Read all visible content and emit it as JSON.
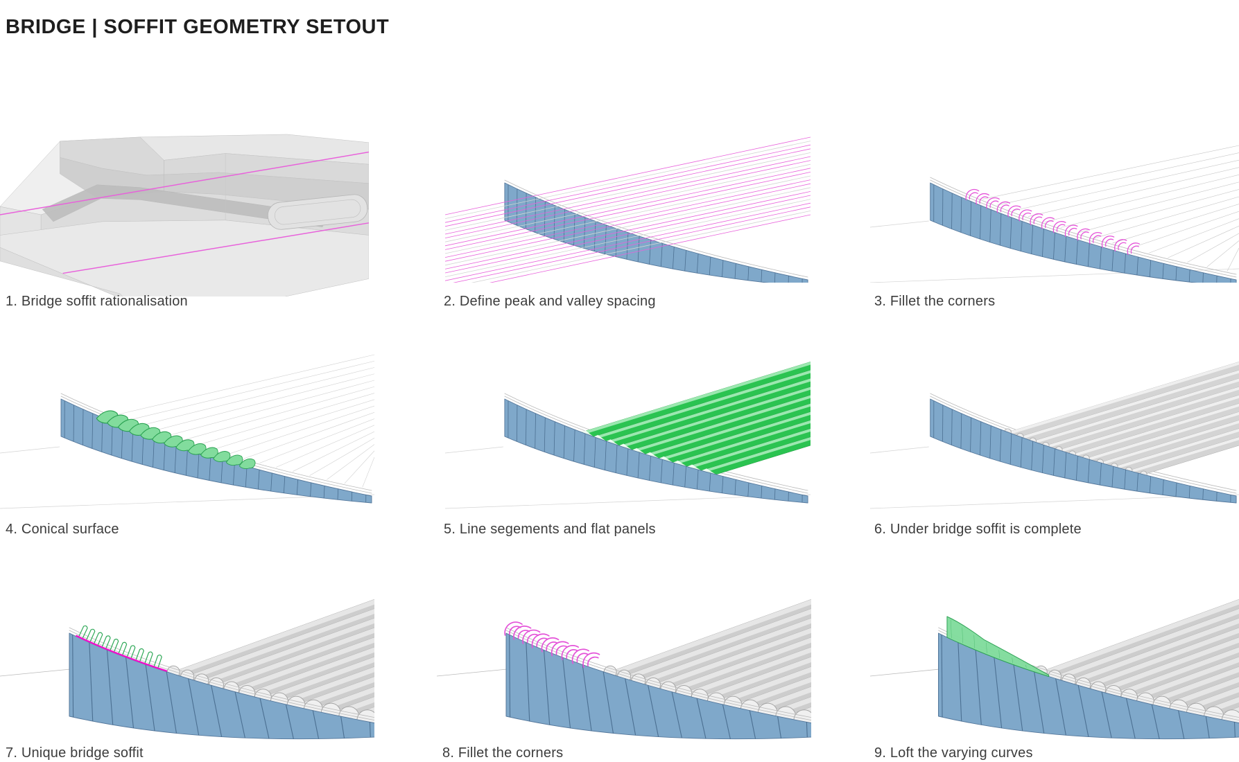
{
  "title": "BRIDGE | SOFFIT GEOMETRY SETOUT",
  "panels": [
    {
      "caption": "1. Bridge soffit rationalisation",
      "type": "massing"
    },
    {
      "caption": "2. Define peak and valley spacing",
      "type": "wall-lines"
    },
    {
      "caption": "3. Fillet the corners",
      "type": "wall-fillets"
    },
    {
      "caption": "4. Conical surface",
      "type": "wall-cones"
    },
    {
      "caption": "5. Line segements and flat panels",
      "type": "wall-green-panels"
    },
    {
      "caption": "6. Under bridge soffit is complete",
      "type": "wall-grey-panels"
    },
    {
      "caption": "7. Unique bridge soffit",
      "type": "closeup-ribs"
    },
    {
      "caption": "8. Fillet the corners",
      "type": "closeup-fillets"
    },
    {
      "caption": "9. Loft the varying curves",
      "type": "closeup-loft"
    }
  ],
  "palette": {
    "wall_blue": "#7FA8CA",
    "wall_edge": "#54779B",
    "wall_joint": "#3A5C7E",
    "magenta_line": "#E861DB",
    "magenta_arc": "#E452D8",
    "magenta_hot": "#EF12CB",
    "green_fill": "#82DC9D",
    "green_edge": "#28A050",
    "green_stripe_dark": "#2BC351",
    "green_stripe_light": "#9CE8B0",
    "green_stripe_edge": "#1D9B3F",
    "grey_light": "#ECECEC",
    "grey_mid": "#D7D7D7",
    "grey_dark": "#C6C6C6",
    "grey_stroke": "#B9B9B9",
    "grey_faint": "#D3D3D3",
    "ink": "#3C3C3C"
  }
}
